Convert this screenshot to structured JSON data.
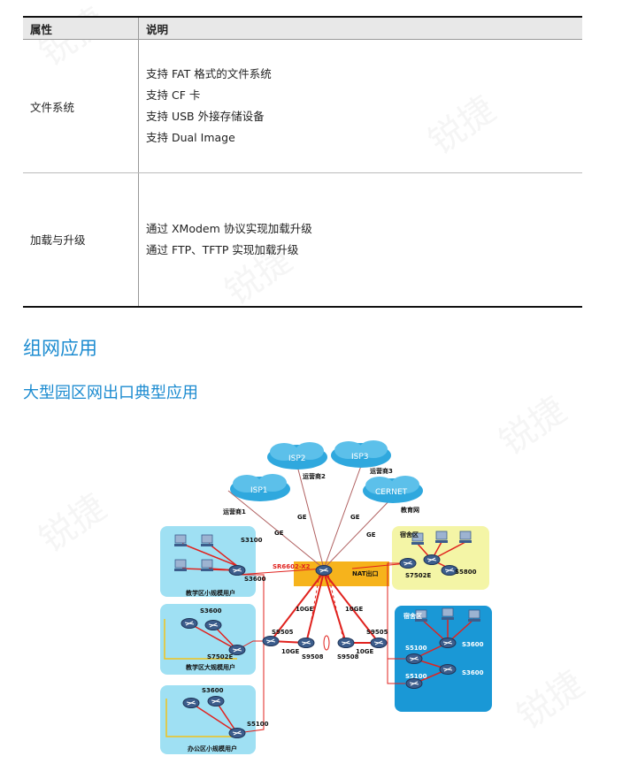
{
  "table": {
    "headers": [
      "属性",
      "说明"
    ],
    "rows": [
      {
        "attr": "文件系统",
        "lines": [
          "支持 FAT 格式的文件系统",
          "支持 CF 卡",
          "支持 USB 外接存储设备",
          "支持 Dual Image"
        ]
      },
      {
        "attr": "加载与升级",
        "lines": [
          "通过 XModem 协议实现加载升级",
          "通过 FTP、TFTP 实现加载升级"
        ]
      }
    ]
  },
  "section_title": "组网应用",
  "subsection_title": "大型园区网出口典型应用",
  "diagram": {
    "isp1": "ISP1",
    "isp2": "ISP2",
    "isp3": "ISP3",
    "cernet": "CERNET",
    "op1": "运营商1",
    "op2": "运营商2",
    "op3": "运营商3",
    "edu": "教育网",
    "ge1": "GE",
    "ge2": "GE",
    "ge3": "GE",
    "ge4": "GE",
    "core_router": "SR6602-X2",
    "nat": "NAT出口",
    "tenge_l": "10GE",
    "tenge_r": "10GE",
    "tenge_bl": "10GE",
    "tenge_br": "10GE",
    "s9505_l": "S9505",
    "s9505_r": "S9505",
    "s9508_l": "S9508",
    "s9508_r": "S9508",
    "s3100": "S3100",
    "s3600_a": "S3600",
    "s3600_b": "S3600",
    "s3600_c": "S3600",
    "s3600_d": "S3600",
    "s3600_e": "S3600",
    "s7502e_l": "S7502E",
    "s7502e_r": "S7502E",
    "s5100_l": "S5100",
    "s5100_r1": "S5100",
    "s5100_r2": "S5100",
    "s5800": "S5800",
    "teach_small": "教学区小规模用户",
    "teach_large": "教学区大规模用户",
    "office_small": "办公区小规模用户",
    "dorm1": "宿舍区",
    "dorm2": "宿舍区"
  },
  "colors": {
    "heading": "#1b8bd0",
    "zone_light": "#9fe0f3",
    "zone_dark": "#1a98d6",
    "dorm_yellow": "#f4f5a6",
    "nat_bar": "#f6b31c",
    "link_red": "#e0221e",
    "link_yellow": "#f2c21a"
  }
}
